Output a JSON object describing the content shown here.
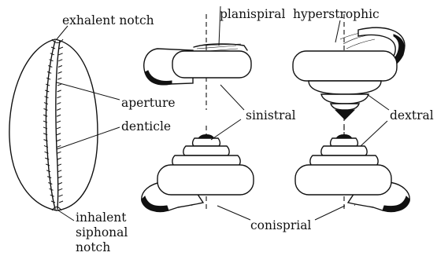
{
  "labels": {
    "exhalent_notch": "exhalent notch",
    "aperture": "aperture",
    "denticle": "denticle",
    "inhalent_line1": "inhalent",
    "inhalent_line2": "siphonal",
    "inhalent_line3": "notch",
    "planispiral": "planispiral",
    "hyperstrophic": "hyperstrophic",
    "sinistral": "sinistral",
    "dextral": "dextral",
    "conisprial": "conisprial"
  }
}
